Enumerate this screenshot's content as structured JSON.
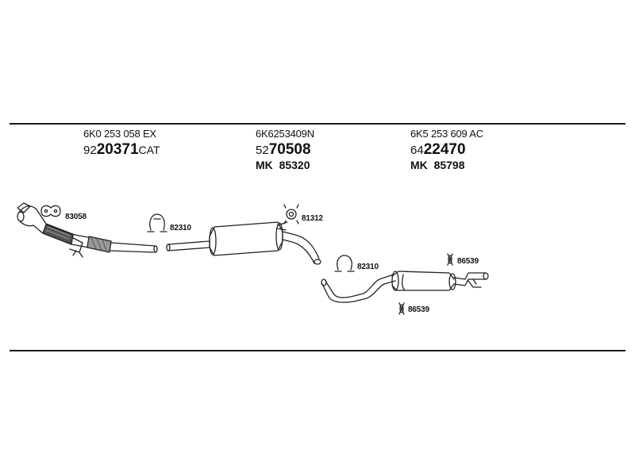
{
  "groups": [
    {
      "oem": "6K0 253 058 EX",
      "pre": "92",
      "main": "20371",
      "suffix": "CAT",
      "mk_prefix": "",
      "mk_number": ""
    },
    {
      "oem": "6K6253409N",
      "pre": "52",
      "main": "70508",
      "suffix": "",
      "mk_prefix": "MK",
      "mk_number": "85320"
    },
    {
      "oem": "6K5 253 609 AC",
      "pre": "64",
      "main": "22470",
      "suffix": "",
      "mk_prefix": "MK",
      "mk_number": "85798"
    }
  ],
  "part_labels": {
    "gasket": "83058",
    "clamp_front": "82310",
    "clamp_mid": "81312",
    "clamp_rear": "82310",
    "hanger_top": "86539",
    "hanger_bottom": "86539"
  }
}
